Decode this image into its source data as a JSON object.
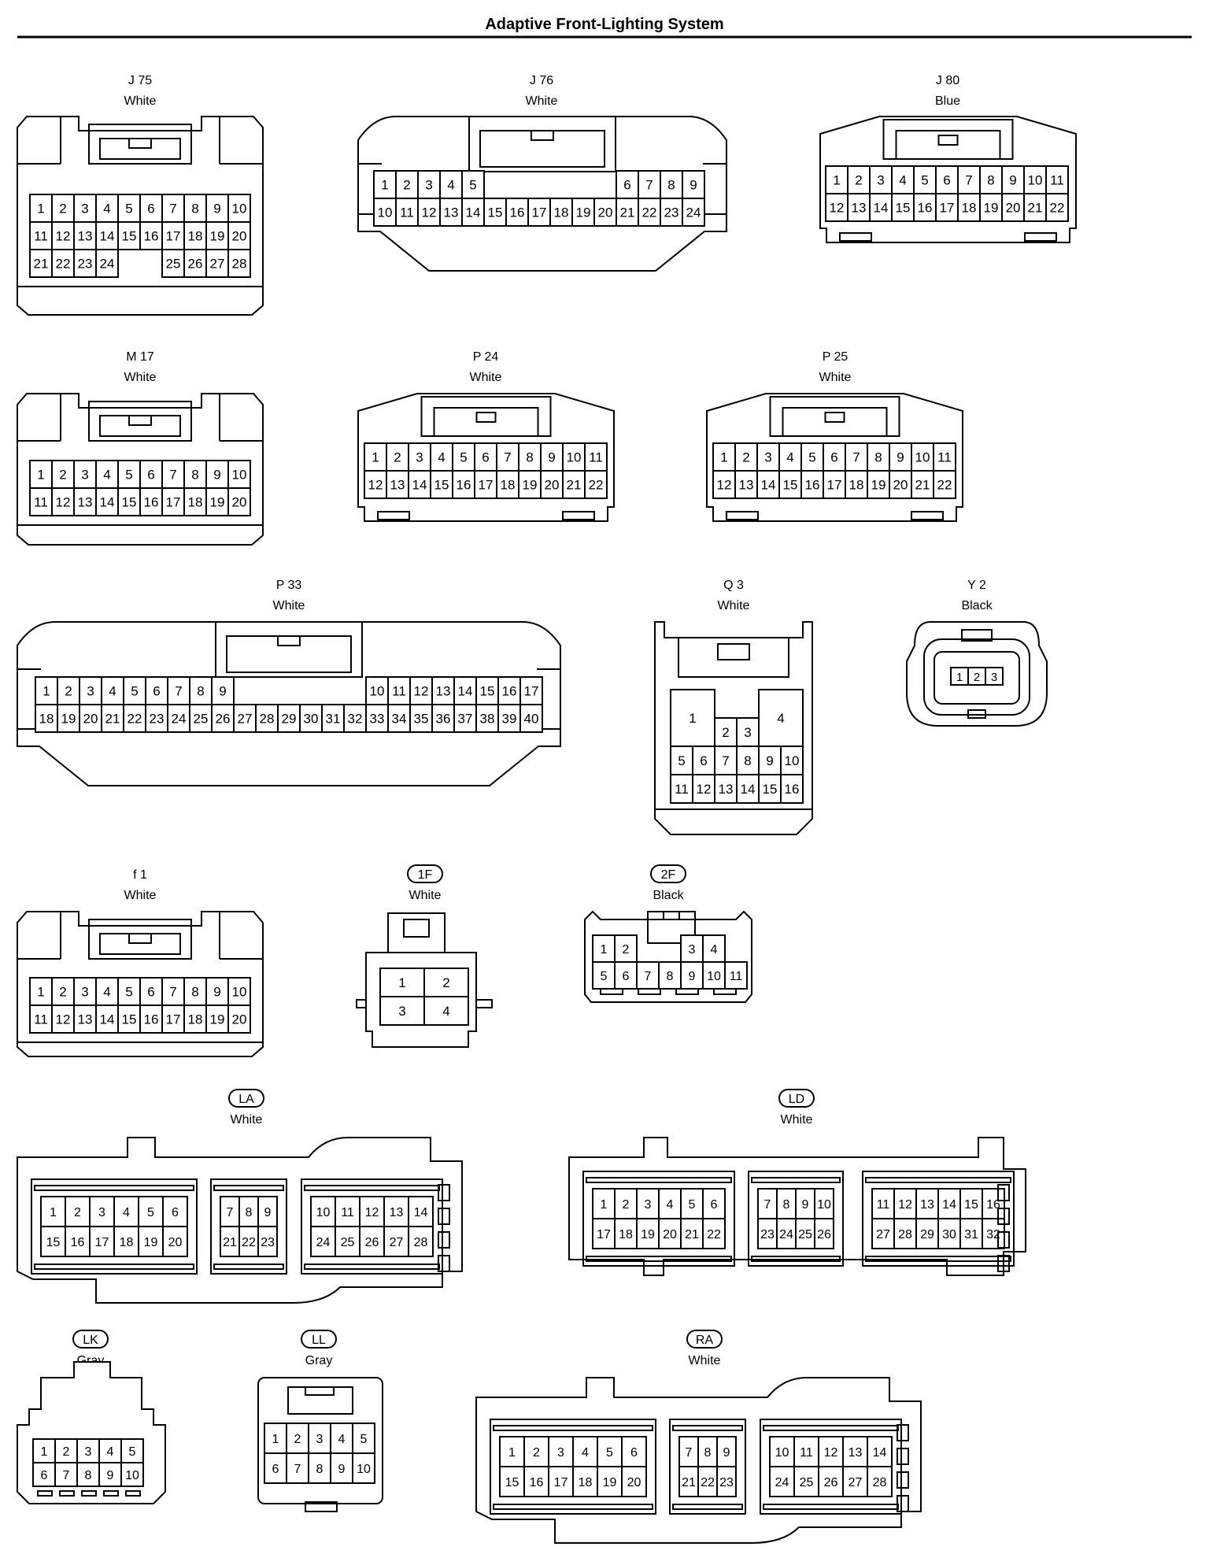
{
  "title": "Adaptive Front-Lighting System",
  "connectors": [
    {
      "id": "J75",
      "code": "J 75",
      "color": "White",
      "shape": "A",
      "rows": [
        [
          "1",
          "2",
          "3",
          "4",
          "5",
          "6",
          "7",
          "8",
          "9",
          "10"
        ],
        [
          "11",
          "12",
          "13",
          "14",
          "15",
          "16",
          "17",
          "18",
          "19",
          "20"
        ],
        [
          "21",
          "22",
          "23",
          "24",
          "",
          "",
          "25",
          "26",
          "27",
          "28"
        ]
      ]
    },
    {
      "id": "J76",
      "code": "J 76",
      "color": "White",
      "shape": "B",
      "rows": [
        [
          "1",
          "2",
          "3",
          "4",
          "5",
          "",
          "",
          "",
          "",
          "",
          "",
          "6",
          "7",
          "8",
          "9"
        ],
        [
          "10",
          "11",
          "12",
          "13",
          "14",
          "15",
          "16",
          "17",
          "18",
          "19",
          "20",
          "21",
          "22",
          "23",
          "24"
        ]
      ]
    },
    {
      "id": "J80",
      "code": "J 80",
      "color": "Blue",
      "shape": "C",
      "rows": [
        [
          "1",
          "2",
          "3",
          "4",
          "5",
          "6",
          "7",
          "8",
          "9",
          "10",
          "11"
        ],
        [
          "12",
          "13",
          "14",
          "15",
          "16",
          "17",
          "18",
          "19",
          "20",
          "21",
          "22"
        ]
      ]
    },
    {
      "id": "M17",
      "code": "M 17",
      "color": "White",
      "shape": "A",
      "rows": [
        [
          "1",
          "2",
          "3",
          "4",
          "5",
          "6",
          "7",
          "8",
          "9",
          "10"
        ],
        [
          "11",
          "12",
          "13",
          "14",
          "15",
          "16",
          "17",
          "18",
          "19",
          "20"
        ]
      ]
    },
    {
      "id": "P24",
      "code": "P 24",
      "color": "White",
      "shape": "C",
      "rows": [
        [
          "1",
          "2",
          "3",
          "4",
          "5",
          "6",
          "7",
          "8",
          "9",
          "10",
          "11"
        ],
        [
          "12",
          "13",
          "14",
          "15",
          "16",
          "17",
          "18",
          "19",
          "20",
          "21",
          "22"
        ]
      ]
    },
    {
      "id": "P25",
      "code": "P 25",
      "color": "White",
      "shape": "C",
      "rows": [
        [
          "1",
          "2",
          "3",
          "4",
          "5",
          "6",
          "7",
          "8",
          "9",
          "10",
          "11"
        ],
        [
          "12",
          "13",
          "14",
          "15",
          "16",
          "17",
          "18",
          "19",
          "20",
          "21",
          "22"
        ]
      ]
    },
    {
      "id": "P33",
      "code": "P 33",
      "color": "White",
      "shape": "B",
      "rows": [
        [
          "1",
          "2",
          "3",
          "4",
          "5",
          "6",
          "7",
          "8",
          "9",
          "",
          "",
          "",
          "",
          "",
          "",
          "10",
          "11",
          "12",
          "13",
          "14",
          "15",
          "16",
          "17"
        ],
        [
          "18",
          "19",
          "20",
          "21",
          "22",
          "23",
          "24",
          "25",
          "26",
          "27",
          "28",
          "29",
          "30",
          "31",
          "32",
          "33",
          "34",
          "35",
          "36",
          "37",
          "38",
          "39",
          "40"
        ]
      ]
    },
    {
      "id": "Q3",
      "code": "Q 3",
      "color": "White",
      "shape": "Q",
      "rows": [
        [
          "1",
          "2",
          "3",
          "4"
        ],
        [
          "5",
          "6",
          "7",
          "8",
          "9",
          "10"
        ],
        [
          "11",
          "12",
          "13",
          "14",
          "15",
          "16"
        ]
      ]
    },
    {
      "id": "Y2",
      "code": "Y 2",
      "color": "Black",
      "shape": "Y",
      "rows": [
        [
          "1",
          "2",
          "3"
        ]
      ]
    },
    {
      "id": "f1",
      "code": "f 1",
      "color": "White",
      "shape": "A",
      "rows": [
        [
          "1",
          "2",
          "3",
          "4",
          "5",
          "6",
          "7",
          "8",
          "9",
          "10"
        ],
        [
          "11",
          "12",
          "13",
          "14",
          "15",
          "16",
          "17",
          "18",
          "19",
          "20"
        ]
      ]
    },
    {
      "id": "1F",
      "code": "1F",
      "color": "White",
      "shape": "S",
      "rows": [
        [
          "1",
          "2"
        ],
        [
          "3",
          "4"
        ]
      ]
    },
    {
      "id": "2F",
      "code": "2F",
      "color": "Black",
      "shape": "T",
      "rows": [
        [
          "1",
          "2",
          "",
          "",
          "3",
          "4"
        ],
        [
          "5",
          "6",
          "7",
          "8",
          "9",
          "10",
          "11"
        ]
      ]
    },
    {
      "id": "LA",
      "code": "LA",
      "color": "White",
      "shape": "W",
      "groups": [
        [
          [
            "1",
            "2",
            "3",
            "4",
            "5",
            "6"
          ],
          [
            "15",
            "16",
            "17",
            "18",
            "19",
            "20"
          ]
        ],
        [
          [
            "7",
            "8",
            "9"
          ],
          [
            "21",
            "22",
            "23"
          ]
        ],
        [
          [
            "10",
            "11",
            "12",
            "13",
            "14"
          ],
          [
            "24",
            "25",
            "26",
            "27",
            "28"
          ]
        ]
      ]
    },
    {
      "id": "LD",
      "code": "LD",
      "color": "White",
      "shape": "W2",
      "groups": [
        [
          [
            "1",
            "2",
            "3",
            "4",
            "5",
            "6"
          ],
          [
            "17",
            "18",
            "19",
            "20",
            "21",
            "22"
          ]
        ],
        [
          [
            "7",
            "8",
            "9",
            "10"
          ],
          [
            "23",
            "24",
            "25",
            "26"
          ]
        ],
        [
          [
            "11",
            "12",
            "13",
            "14",
            "15",
            "16"
          ],
          [
            "27",
            "28",
            "29",
            "30",
            "31",
            "32"
          ]
        ]
      ]
    },
    {
      "id": "LK",
      "code": "LK",
      "color": "Gray",
      "shape": "K",
      "rows": [
        [
          "1",
          "2",
          "3",
          "4",
          "5"
        ],
        [
          "6",
          "7",
          "8",
          "9",
          "10"
        ]
      ]
    },
    {
      "id": "LL",
      "code": "LL",
      "color": "Gray",
      "shape": "L",
      "rows": [
        [
          "1",
          "2",
          "3",
          "4",
          "5"
        ],
        [
          "6",
          "7",
          "8",
          "9",
          "10"
        ]
      ]
    },
    {
      "id": "RA",
      "code": "RA",
      "color": "White",
      "shape": "W",
      "groups": [
        [
          [
            "1",
            "2",
            "3",
            "4",
            "5",
            "6"
          ],
          [
            "15",
            "16",
            "17",
            "18",
            "19",
            "20"
          ]
        ],
        [
          [
            "7",
            "8",
            "9"
          ],
          [
            "21",
            "22",
            "23"
          ]
        ],
        [
          [
            "10",
            "11",
            "12",
            "13",
            "14"
          ],
          [
            "24",
            "25",
            "26",
            "27",
            "28"
          ]
        ]
      ]
    }
  ]
}
